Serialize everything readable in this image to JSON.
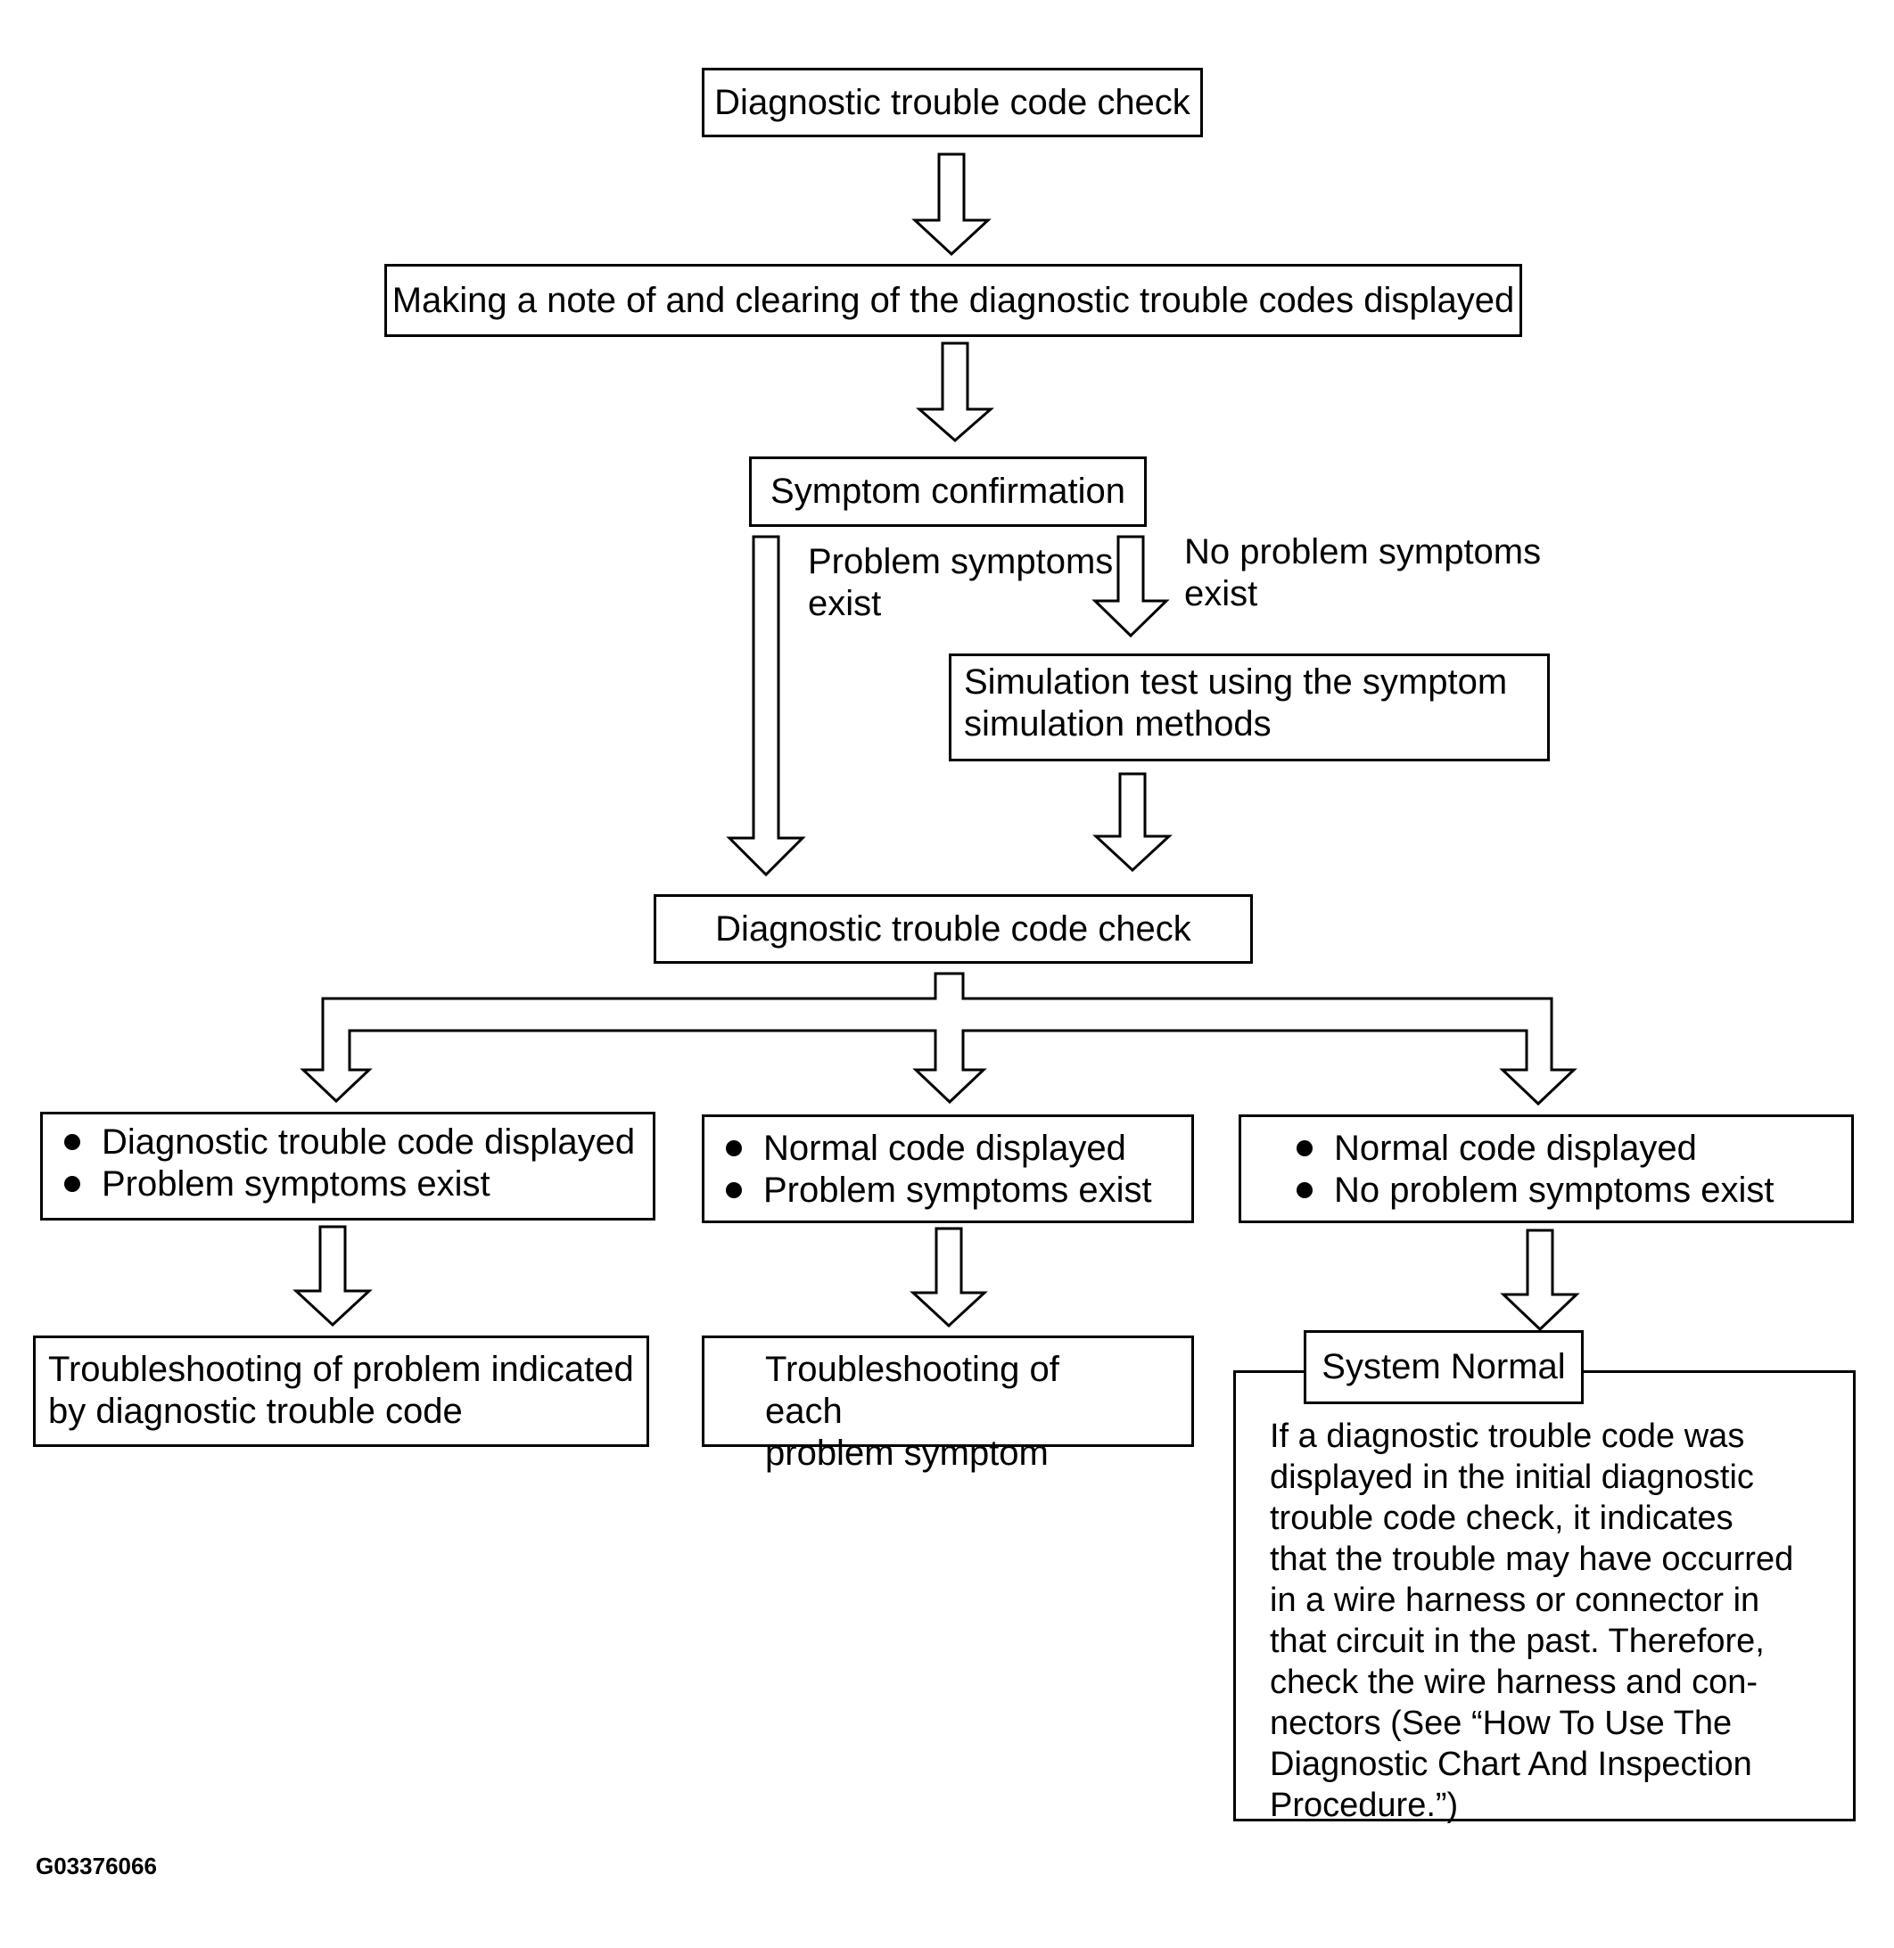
{
  "boxes": {
    "dtc_check_top": "Diagnostic trouble code check",
    "note_clear": "Making a note of and clearing of the diagnostic trouble codes displayed",
    "symptom_confirm": "Symptom confirmation",
    "simulation_line1": "Simulation test using the symptom",
    "simulation_line2": "simulation methods",
    "dtc_check_mid": "Diagnostic trouble code check"
  },
  "branch_labels": {
    "problem_exist_line1": "Problem symptoms",
    "problem_exist_line2": "exist",
    "no_problem_line1": "No problem symptoms",
    "no_problem_line2": "exist"
  },
  "conditions": {
    "left": [
      "Diagnostic trouble code displayed",
      "Problem symptoms exist"
    ],
    "middle": [
      "Normal code displayed",
      "Problem symptoms exist"
    ],
    "right": [
      "Normal code displayed",
      "No problem symptoms exist"
    ]
  },
  "results": {
    "left_line1": "Troubleshooting of problem indicated",
    "left_line2": "by diagnostic trouble code",
    "middle_line1": "Troubleshooting of each",
    "middle_line2": "problem symptom",
    "system_normal_title": "System Normal",
    "system_normal_text": [
      "If a diagnostic trouble code was",
      "displayed in the initial diagnostic",
      "trouble code check, it indicates",
      "that the trouble may have occurred",
      "in a wire harness or connector in",
      "that circuit in the past. Therefore,",
      "check the wire harness and con-",
      "nectors (See “How To Use The",
      "Diagnostic Chart And Inspection",
      "Procedure.”)"
    ]
  },
  "figure_code": "G03376066"
}
